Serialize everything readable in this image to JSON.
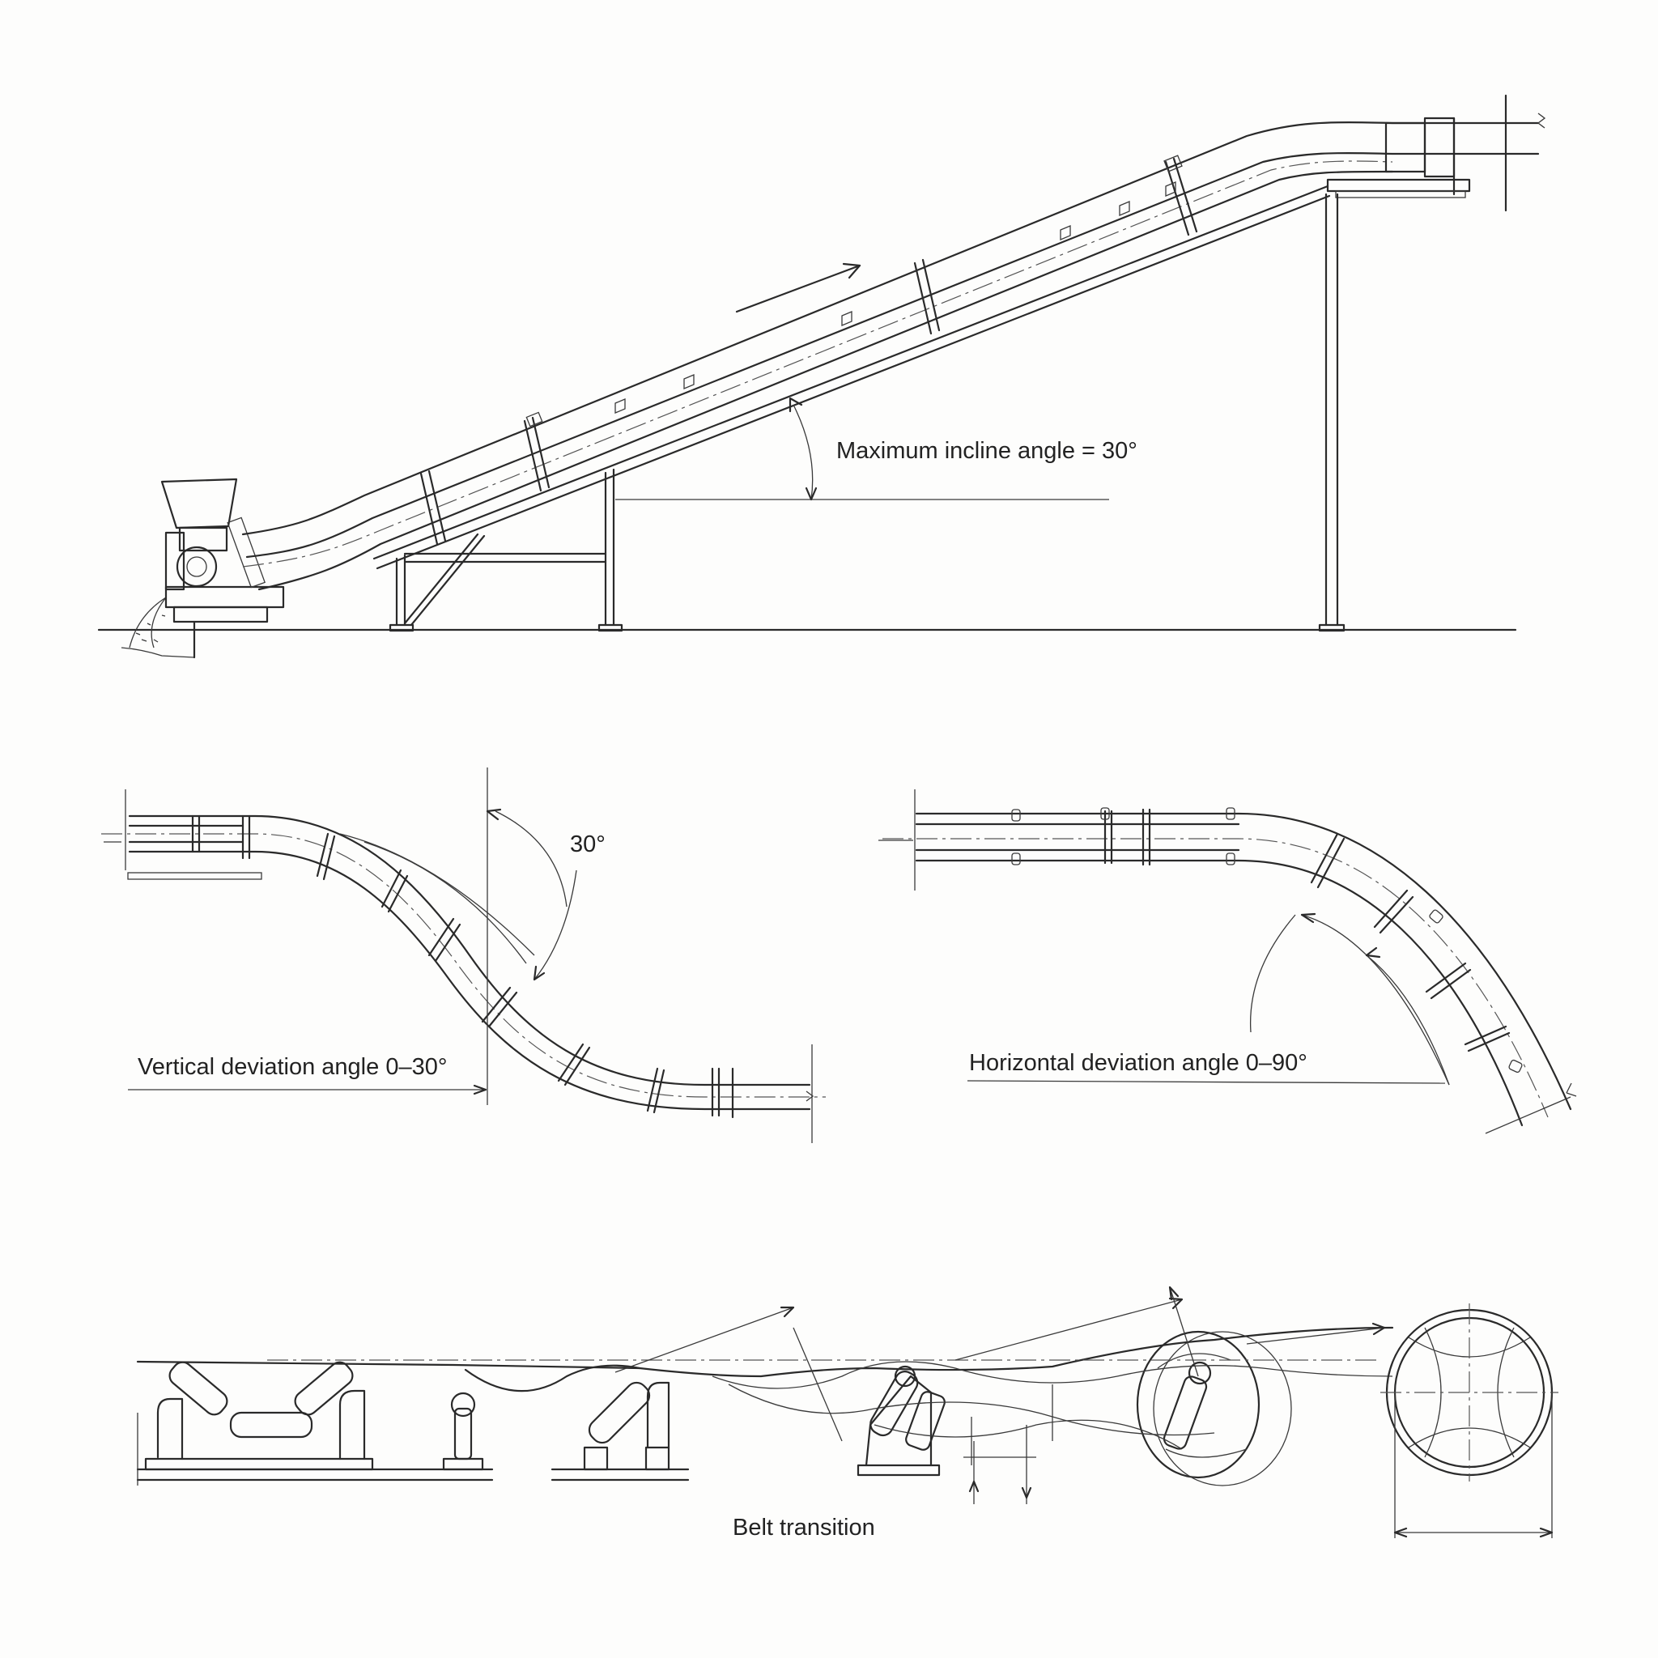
{
  "labels": {
    "incline": "Maximum incline angle = 30°",
    "vertical_angle": "30°",
    "vertical_deviation": "Vertical deviation angle 0–30°",
    "horizontal_deviation": "Horizontal deviation angle 0–90°",
    "belt_transition": "Belt transition"
  },
  "colors": {
    "line": "#2a2a2a",
    "background": "#fdfdfc"
  }
}
